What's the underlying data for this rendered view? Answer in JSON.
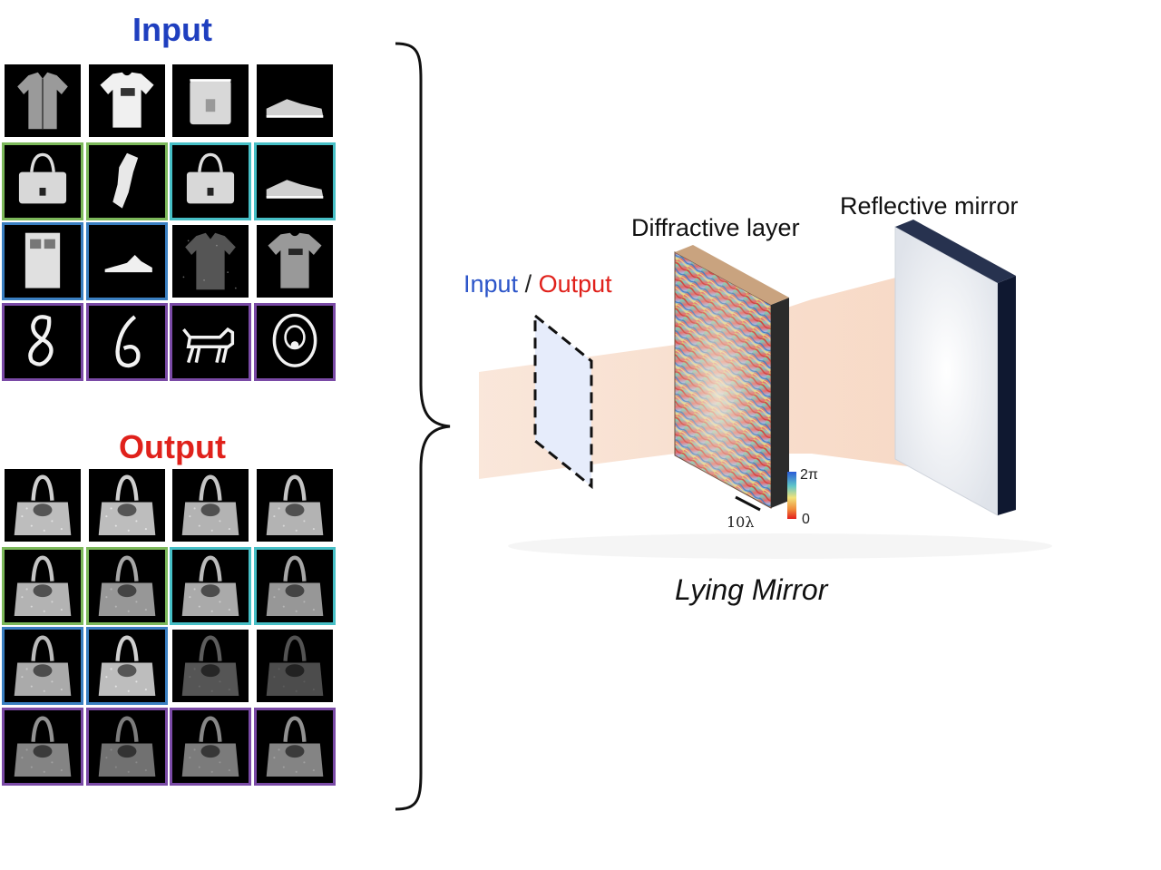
{
  "labels": {
    "input_heading": "Input",
    "output_heading": "Output",
    "reflective_mirror": "Reflective mirror",
    "diffractive_layer": "Diffractive layer",
    "io_input": "Input",
    "io_separator": " / ",
    "io_output": "Output",
    "colorbar_max": "2π",
    "colorbar_min": "0",
    "scale_bar": "10λ",
    "title": "Lying Mirror"
  },
  "colors": {
    "input_heading": "#1f3fbf",
    "output_heading": "#e0211b",
    "frame_green": "#7cb85a",
    "frame_teal": "#46bfc6",
    "frame_blue": "#3a7fc1",
    "frame_purple": "#7a4aa6",
    "beam": "#f7d9c4",
    "input_plane": "#e6ecfb"
  },
  "input_grid": [
    {
      "icon": "shirt-icon",
      "frame": "none"
    },
    {
      "icon": "tshirt-icon",
      "frame": "none"
    },
    {
      "icon": "bag-icon",
      "frame": "none"
    },
    {
      "icon": "sneaker-icon",
      "frame": "none"
    },
    {
      "icon": "handbag-icon",
      "frame": "green"
    },
    {
      "icon": "glove-icon",
      "frame": "green"
    },
    {
      "icon": "handbag-icon",
      "frame": "teal"
    },
    {
      "icon": "sneaker-icon",
      "frame": "teal"
    },
    {
      "icon": "box-icon",
      "frame": "blue"
    },
    {
      "icon": "sandal-icon",
      "frame": "blue"
    },
    {
      "icon": "noisy-shirt-icon",
      "frame": "none"
    },
    {
      "icon": "noisy-tshirt-icon",
      "frame": "none"
    },
    {
      "icon": "digit-eight-icon",
      "frame": "purple"
    },
    {
      "icon": "digit-six-icon",
      "frame": "purple"
    },
    {
      "icon": "cat-sketch-icon",
      "frame": "purple"
    },
    {
      "icon": "face-sketch-icon",
      "frame": "purple"
    }
  ],
  "output_grid": [
    {
      "icon": "handbag-output-icon",
      "frame": "none",
      "brightness": 1.0
    },
    {
      "icon": "handbag-output-icon",
      "frame": "none",
      "brightness": 1.0
    },
    {
      "icon": "handbag-output-icon",
      "frame": "none",
      "brightness": 0.95
    },
    {
      "icon": "handbag-output-icon",
      "frame": "none",
      "brightness": 0.95
    },
    {
      "icon": "handbag-output-icon",
      "frame": "green",
      "brightness": 0.95
    },
    {
      "icon": "handbag-output-icon",
      "frame": "green",
      "brightness": 0.8
    },
    {
      "icon": "handbag-output-icon",
      "frame": "teal",
      "brightness": 0.9
    },
    {
      "icon": "handbag-output-icon",
      "frame": "teal",
      "brightness": 0.8
    },
    {
      "icon": "handbag-output-icon",
      "frame": "blue",
      "brightness": 0.9
    },
    {
      "icon": "handbag-output-icon",
      "frame": "blue",
      "brightness": 1.0
    },
    {
      "icon": "handbag-output-icon",
      "frame": "none",
      "brightness": 0.45
    },
    {
      "icon": "handbag-output-icon",
      "frame": "none",
      "brightness": 0.4
    },
    {
      "icon": "handbag-output-icon",
      "frame": "purple",
      "brightness": 0.7
    },
    {
      "icon": "handbag-output-icon",
      "frame": "purple",
      "brightness": 0.6
    },
    {
      "icon": "handbag-output-icon",
      "frame": "purple",
      "brightness": 0.65
    },
    {
      "icon": "handbag-output-icon",
      "frame": "purple",
      "brightness": 0.7
    }
  ]
}
